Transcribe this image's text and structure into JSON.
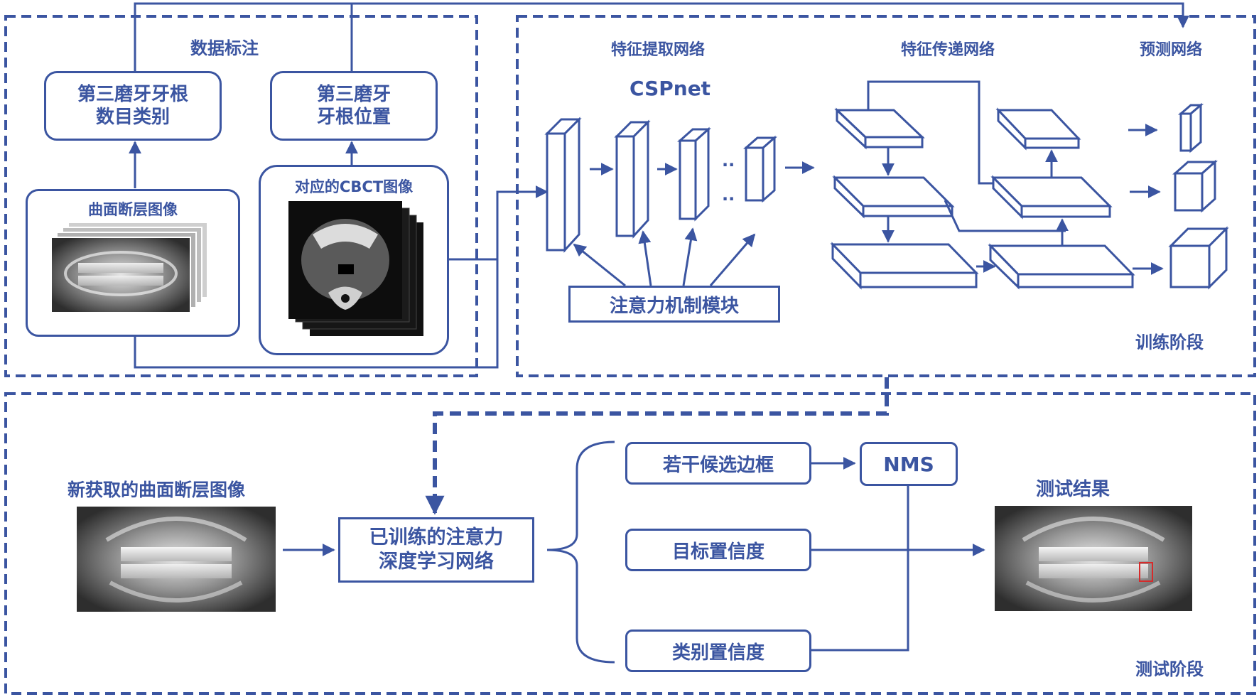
{
  "annotation": {
    "title": "数据标注",
    "root_count_box": [
      "第三磨牙牙根",
      "数目类别"
    ],
    "root_position_box": [
      "第三磨牙",
      "牙根位置"
    ],
    "panoramic_label": "曲面断层图像",
    "cbct_label": "对应的CBCT图像"
  },
  "training": {
    "feature_extraction_title": "特征提取网络",
    "backbone_name": "CSPnet",
    "feature_transfer_title": "特征传递网络",
    "prediction_title": "预测网络",
    "attention_module": "注意力机制模块",
    "stage_label": "训练阶段",
    "ellipsis_top": "··",
    "ellipsis_bottom": "··"
  },
  "testing": {
    "new_image_label": "新获取的曲面断层图像",
    "trained_network": [
      "已训练的注意力",
      "深度学习网络"
    ],
    "candidate_boxes": "若干候选边框",
    "nms": "NMS",
    "object_confidence": "目标置信度",
    "class_confidence": "类别置信度",
    "result_label": "测试结果",
    "stage_label": "测试阶段"
  },
  "colors": {
    "primary": "#3b55a1",
    "dashed_border": "#3b55a1",
    "highlight": "#d62b2b"
  }
}
